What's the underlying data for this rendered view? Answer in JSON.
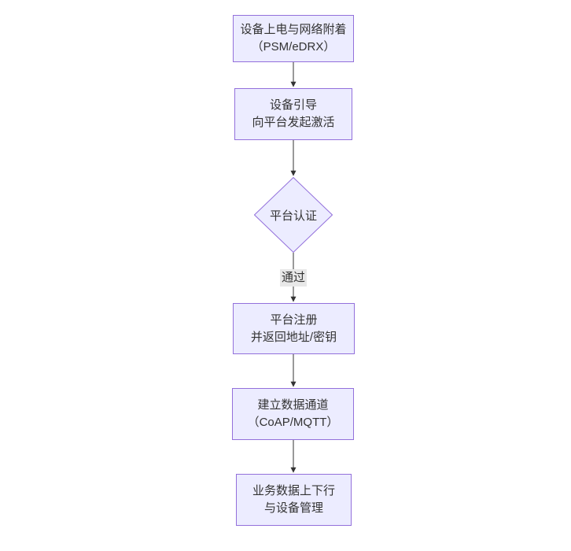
{
  "diagram": {
    "type": "flowchart",
    "direction": "top-down",
    "nodes": [
      {
        "id": "A",
        "shape": "rect",
        "lines": [
          "设备上电与网络附着",
          "（PSM/eDRX）"
        ]
      },
      {
        "id": "B",
        "shape": "rect",
        "lines": [
          "设备引导",
          "向平台发起激活"
        ]
      },
      {
        "id": "C",
        "shape": "diamond",
        "lines": [
          "平台认证"
        ]
      },
      {
        "id": "D",
        "shape": "rect",
        "lines": [
          "平台注册",
          "并返回地址/密钥"
        ]
      },
      {
        "id": "E",
        "shape": "rect",
        "lines": [
          "建立数据通道",
          "（CoAP/MQTT）"
        ]
      },
      {
        "id": "F",
        "shape": "rect",
        "lines": [
          "业务数据上下行",
          "与设备管理"
        ]
      }
    ],
    "edges": [
      {
        "from": "A",
        "to": "B",
        "label": ""
      },
      {
        "from": "B",
        "to": "C",
        "label": ""
      },
      {
        "from": "C",
        "to": "D",
        "label": "通过"
      },
      {
        "from": "D",
        "to": "E",
        "label": ""
      },
      {
        "from": "E",
        "to": "F",
        "label": ""
      }
    ],
    "colors": {
      "node_fill": "#ECECFF",
      "node_border": "#9370DB",
      "text": "#333333",
      "arrow": "#333333",
      "edge_label_bg": "#e8e8e8",
      "background": "#ffffff"
    }
  }
}
